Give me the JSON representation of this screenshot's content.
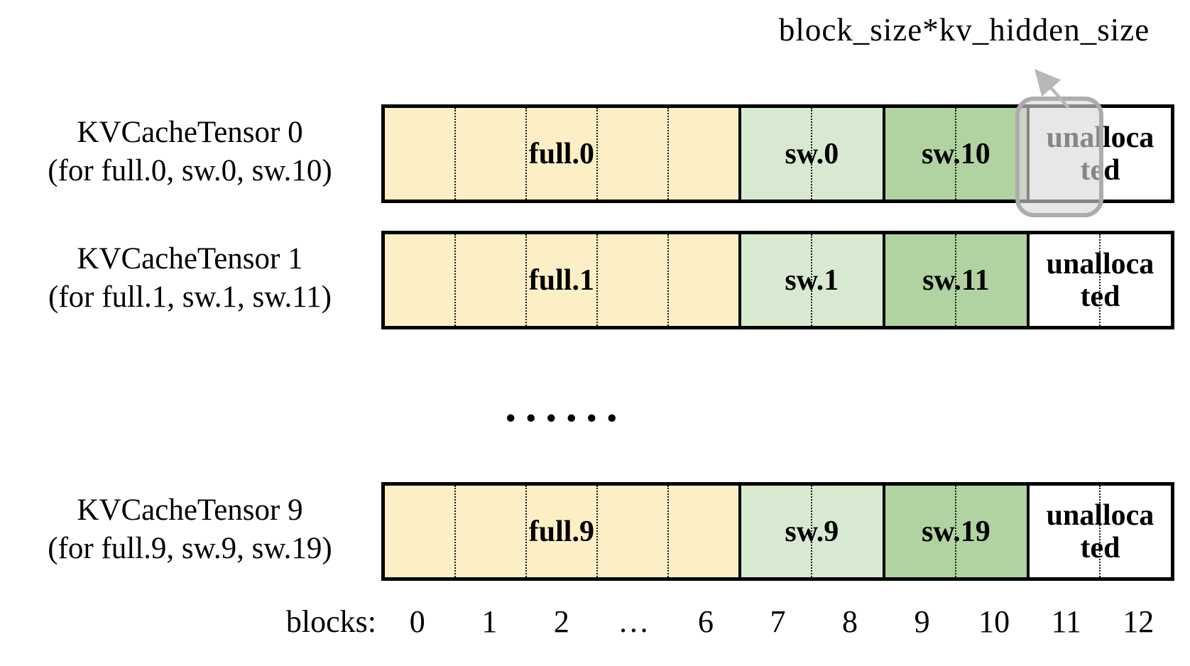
{
  "annotation": {
    "label": "block_size*kv_hidden_size"
  },
  "colors": {
    "full": "#FCEFC6",
    "sw_light": "#D8E9D1",
    "sw_dark": "#B0D3A1",
    "unallocated": "#FFFFFF",
    "highlight_border": "#ACACAC",
    "arrow": "#B8B8B8"
  },
  "tensors": [
    {
      "title": "KVCacheTensor 0",
      "subtitle": "(for full.0, sw.0, sw.10)",
      "segments": [
        {
          "label": "full.0"
        },
        {
          "label": "sw.0"
        },
        {
          "label": "sw.10"
        },
        {
          "label": "unalloca\nted"
        }
      ]
    },
    {
      "title": "KVCacheTensor 1",
      "subtitle": "(for full.1, sw.1, sw.11)",
      "segments": [
        {
          "label": "full.1"
        },
        {
          "label": "sw.1"
        },
        {
          "label": "sw.11"
        },
        {
          "label": "unalloca\nted"
        }
      ]
    },
    {
      "title": "KVCacheTensor 9",
      "subtitle": "(for full.9, sw.9, sw.19)",
      "segments": [
        {
          "label": "full.9"
        },
        {
          "label": "sw.9"
        },
        {
          "label": "sw.19"
        },
        {
          "label": "unalloca\nted"
        }
      ]
    }
  ],
  "ellipsis": "......",
  "blocks_axis": {
    "label": "blocks:",
    "ticks": [
      "0",
      "1",
      "2",
      "…",
      "6",
      "7",
      "8",
      "9",
      "10",
      "11",
      "12"
    ]
  }
}
